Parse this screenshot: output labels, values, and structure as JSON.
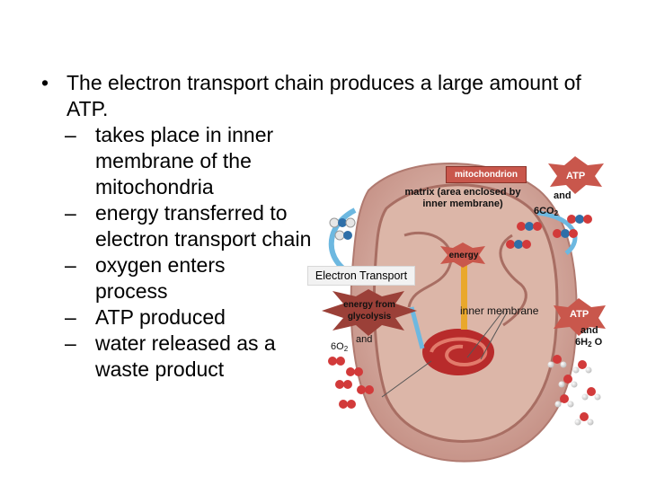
{
  "slide": {
    "bullet": "The electron transport chain produces a large amount of ATP.",
    "subpoints": [
      "takes place in inner membrane of the mitochondria",
      "energy transferred to electron transport chain",
      "oxygen enters process",
      "ATP produced",
      "water released as a waste product"
    ]
  },
  "figure": {
    "title": "Electron Transport",
    "labels": {
      "mitochondrion": "mitochondrion",
      "atp_top": "ATP",
      "and_top": "and",
      "co2": "6CO",
      "co2_sub": "2",
      "matrix": "matrix (area enclosed by inner membrane)",
      "energy": "energy",
      "energy_glycolysis": "energy from glycolysis",
      "inner_membrane": "inner membrane",
      "atp_right": "ATP",
      "and_right": "and",
      "h2o_pre": "6H",
      "h2o_sub": "2",
      "h2o_post": " O",
      "o2": "6O",
      "o2_sub": "2",
      "and_left": "and"
    },
    "colors": {
      "mito_outer": "#d9b0a4",
      "mito_inner": "#c58a80",
      "matrix": "#e6c9bb",
      "arrow": "#6db8e0",
      "atp_burst": "#c9574c",
      "oxygen_atom": "#d23a3a",
      "hydrogen_atom": "#eeeeee",
      "carbon_atom": "#2f6fa8"
    }
  }
}
